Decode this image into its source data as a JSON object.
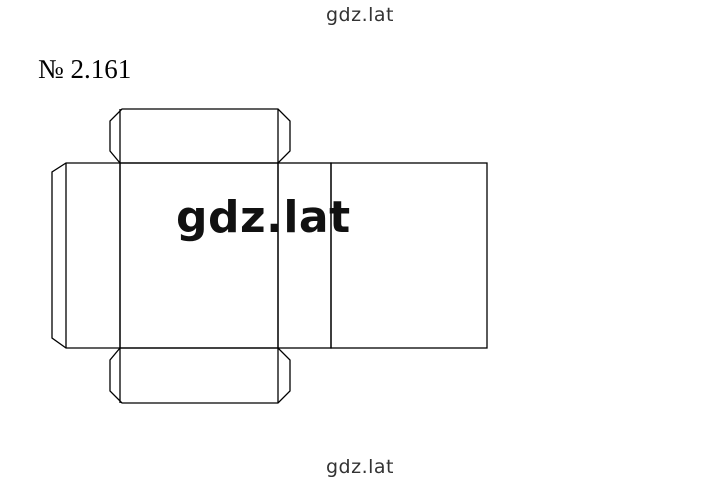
{
  "watermark": {
    "top": "gdz.lat",
    "center": "gdz.lat",
    "bottom": "gdz.lat"
  },
  "problem": {
    "number": "№ 2.161"
  },
  "colors": {
    "line": "#000000",
    "background": "#ffffff"
  }
}
